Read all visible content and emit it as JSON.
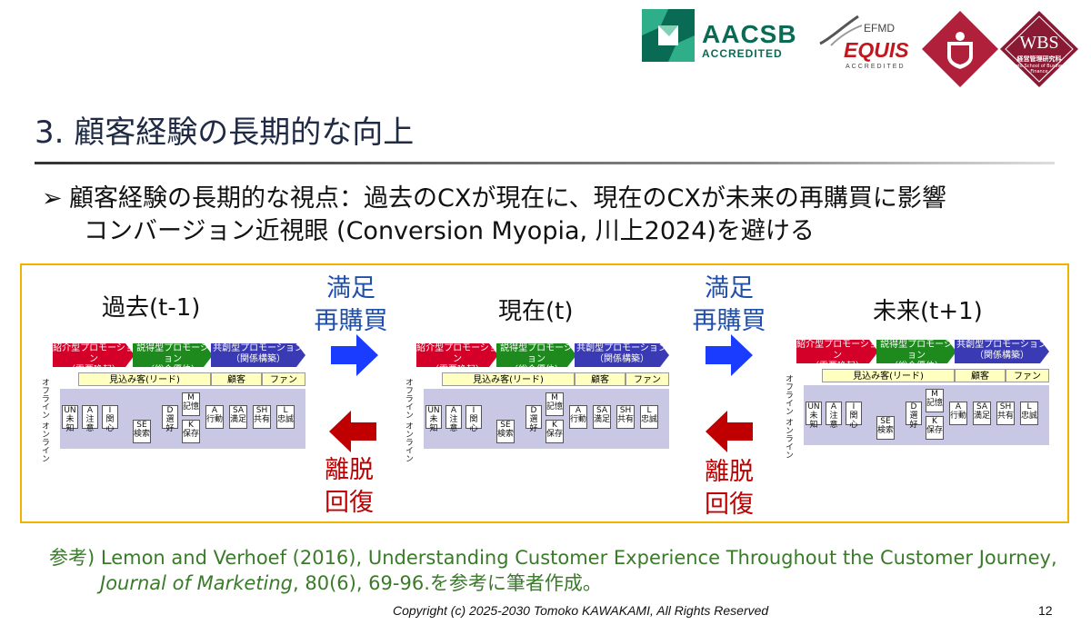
{
  "logos": {
    "aacsb_name": "AACSB",
    "aacsb_sub": "ACCREDITED",
    "equis_top": "EFMD",
    "equis_name": "EQUIS",
    "equis_sub": "ACCREDITED",
    "wbs_title": "WBS",
    "wbs_jp": "経営管理研究科",
    "wbs_en": "Graduate School of Business and Finance",
    "colors": {
      "aacsb": "#0a6b55",
      "equis": "#c4161c",
      "crest": "#b0203a",
      "wbs": "#8a1a33"
    }
  },
  "title": "3. 顧客経験の長期的な向上",
  "bullet": {
    "mark": "➢",
    "line1": "顧客経験の長期的な視点：過去のCXが現在に、現在のCXが未来の再購買に影響",
    "line2": "コンバージョン近視眼 (Conversion Myopia, 川上2024)を避ける"
  },
  "diagram": {
    "stages": [
      "過去(t-1)",
      "現在(t)",
      "未来(t+1)"
    ],
    "forward": {
      "line1": "満足",
      "line2": "再購買"
    },
    "backward": {
      "line1": "離脱",
      "line2": "回復"
    },
    "journey": {
      "promo_bars": [
        {
          "line1": "紹介型プロモーション",
          "line2": "（需要喚起）",
          "color": "#d5002a"
        },
        {
          "line1": "説得型プロモーション",
          "line2": "（総合優位）",
          "color": "#1e8a1e"
        },
        {
          "line1": "共創型プロモーション",
          "line2": "（関係構築）",
          "color": "#3a3ab4"
        }
      ],
      "channels": [
        "オフライン",
        "オンライン"
      ],
      "segments": [
        "見込み客(リード)",
        "顧客",
        "ファン"
      ],
      "nodes": [
        "UN\n未知",
        "A\n注意",
        "I\n関心",
        "SE\n検索",
        "D\n選好",
        "M\n記憶",
        "K\n保存",
        "A\n行動",
        "SA\n満足",
        "SH\n共有",
        "L\n忠誠"
      ]
    },
    "colors": {
      "frame": "#f0b400",
      "arrow_forward": "#1a3cff",
      "arrow_backward": "#c00000",
      "flow_bg": "#c8c8e4"
    }
  },
  "reference": {
    "line1": "参考) Lemon and Verhoef (2016), Understanding Customer Experience Throughout the Customer Journey,",
    "line2_journal": "Journal of Marketing",
    "line2_rest": ", 80(6), 69-96.を参考に筆者作成。"
  },
  "footer": {
    "copyright": "Copyright (c) 2025-2030  Tomoko KAWAKAMI, All Rights Reserved",
    "page": "12"
  }
}
